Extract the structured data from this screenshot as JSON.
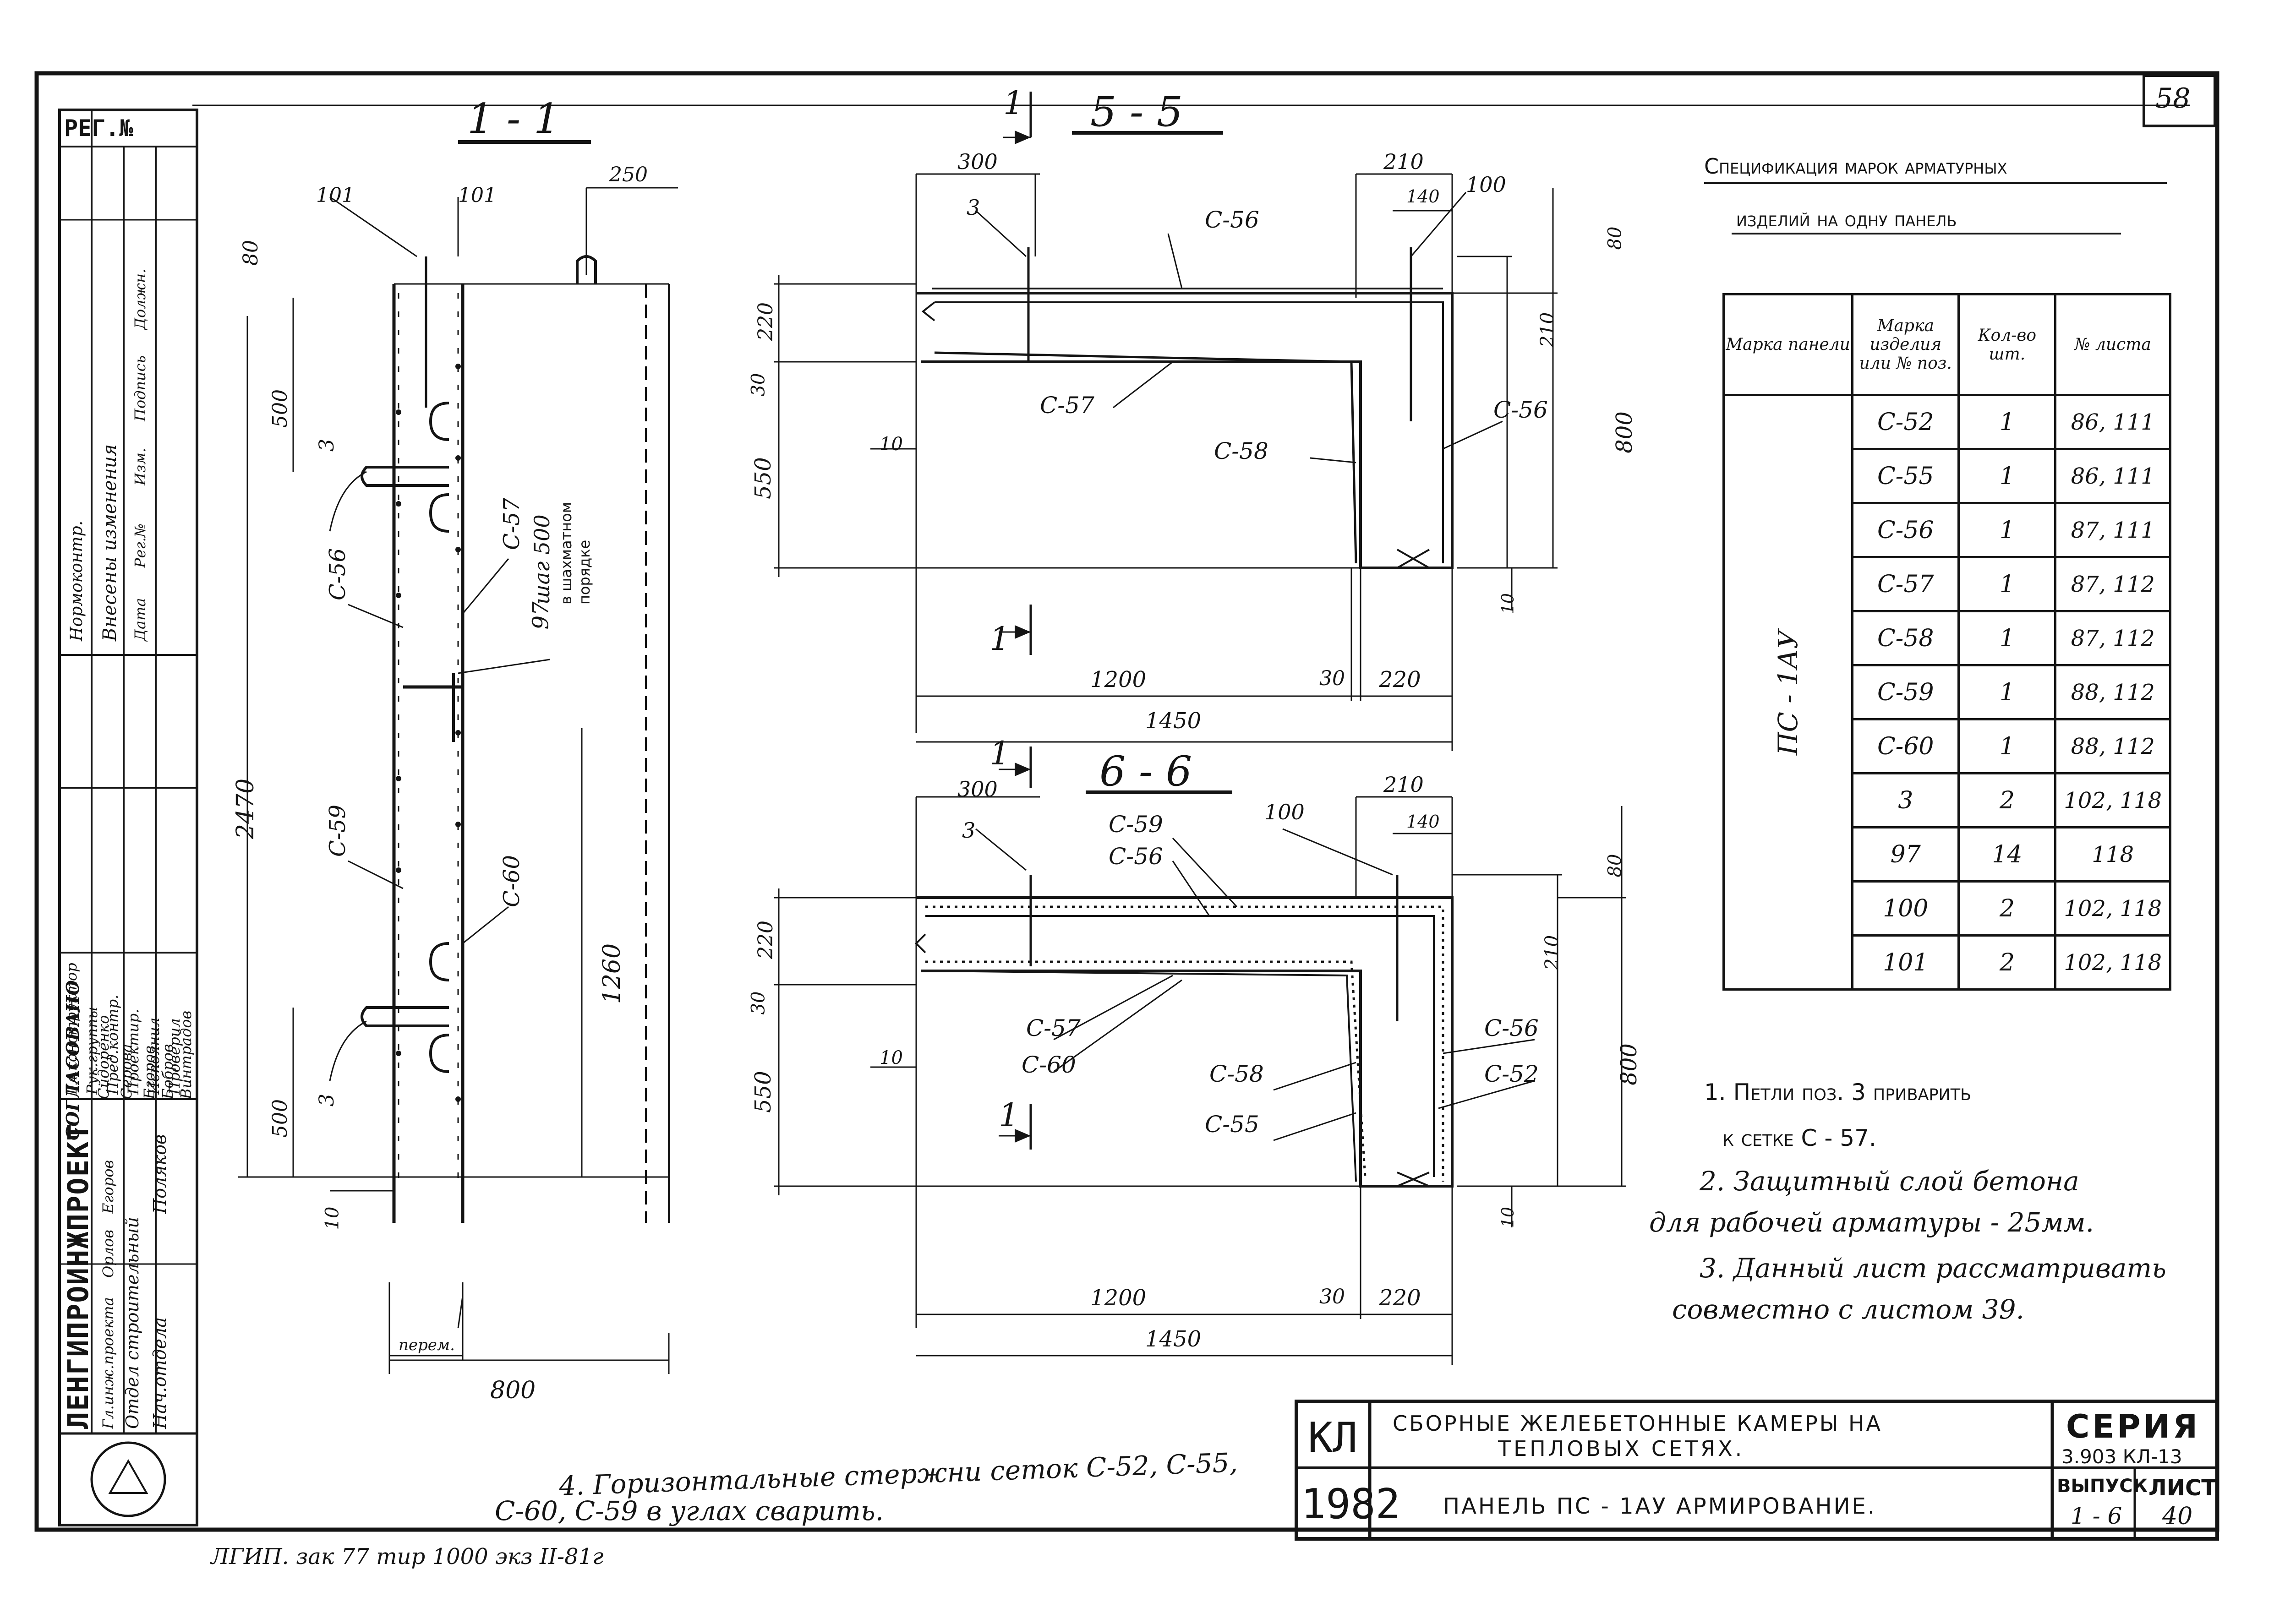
{
  "sheet_number": "58",
  "registration_label": "РЕГ.№",
  "left_stamp": {
    "change_headers": [
      "Нормоконтр.",
      "Внесены изменения",
      "Дата",
      "Рег.№",
      "Изм.",
      "Подпись",
      "Должн."
    ],
    "approved": "СОГЛАСОВАНО",
    "roles": [
      "Гл.конструктор",
      "Рук.группы",
      "Пред.контр.",
      "Проектир.",
      "Исполнил",
      "Проверил"
    ],
    "people": [
      "Сидоренко",
      "Серова",
      "Егоров",
      "Бобров",
      "Винтрадов"
    ],
    "organization": "ЛЕНГИПРОИНЖПРОЕКТ",
    "chief_engineer": "Гл.инж.проекта",
    "department": "Отдел строительный",
    "head": "Нач.отдела",
    "names": [
      "Орлов",
      "Егоров",
      "Поляков"
    ]
  },
  "section_1_1": {
    "title": "1 - 1",
    "dims": [
      "101",
      "101",
      "250",
      "80",
      "500",
      "500",
      "2470",
      "1260",
      "10",
      "800",
      "перем."
    ],
    "labels": [
      "3",
      "3",
      "С-56",
      "С-57",
      "С-59",
      "С-60",
      "97"
    ],
    "note": [
      "шаг 500",
      "в шахматном",
      "порядке"
    ]
  },
  "section_5_5": {
    "title": "5 - 5",
    "mark": "1",
    "dims": [
      "300",
      "210",
      "140",
      "100",
      "80",
      "220",
      "210",
      "30",
      "550",
      "10",
      "800",
      "10",
      "1200",
      "30",
      "220",
      "1450"
    ],
    "labels": [
      "3",
      "С-56",
      "С-57",
      "С-58",
      "С-56"
    ]
  },
  "section_6_6": {
    "title": "6 - 6",
    "mark": "1",
    "dims": [
      "300",
      "210",
      "140",
      "100",
      "80",
      "220",
      "210",
      "30",
      "550",
      "10",
      "800",
      "10",
      "1200",
      "30",
      "220",
      "1450"
    ],
    "labels": [
      "3",
      "С-59",
      "С-56",
      "С-57",
      "С-60",
      "С-58",
      "С-55",
      "С-56",
      "С-52"
    ]
  },
  "specification": {
    "title_line1": "Спецификация марок арматурных",
    "title_line2": "изделий на одну панель",
    "headers": [
      "Марка панели",
      "Марка изделия или № поз.",
      "Кол-во шт.",
      "№ листа"
    ],
    "panel": "ПС - 1АУ",
    "rows": [
      [
        "С-52",
        "1",
        "86, 111"
      ],
      [
        "С-55",
        "1",
        "86, 111"
      ],
      [
        "С-56",
        "1",
        "87, 111"
      ],
      [
        "С-57",
        "1",
        "87, 112"
      ],
      [
        "С-58",
        "1",
        "87, 112"
      ],
      [
        "С-59",
        "1",
        "88, 112"
      ],
      [
        "С-60",
        "1",
        "88, 112"
      ],
      [
        "3",
        "2",
        "102, 118"
      ],
      [
        "97",
        "14",
        "118"
      ],
      [
        "100",
        "2",
        "102, 118"
      ],
      [
        "101",
        "2",
        "102, 118"
      ]
    ]
  },
  "notes": [
    "1. Петли поз. 3  приварить",
    "к сетке С - 57.",
    "2. Защитный слой бетона",
    "для рабочей арматуры - 25мм.",
    "3. Данный лист рассматривать",
    "совместно  с листом  39."
  ],
  "note_4": [
    "4. Горизонтальные стержни сеток С-52, С-55,",
    "С-60, С-59   в углах   сварить."
  ],
  "title_block": {
    "org_code": "КЛ",
    "year": "1982",
    "title_line1": "СБОРНЫЕ  ЖЕЛЕБЕТОННЫЕ   КАМЕРЫ   НА",
    "title_line2": "ТЕПЛОВЫХ   СЕТЯХ.",
    "subtitle": "ПАНЕЛЬ  ПС - 1АУ   АРМИРОВАНИЕ.",
    "series_label": "СЕРИЯ",
    "series_value": "3.903 КЛ-13",
    "issue_label": "ВЫПУСК",
    "issue_value": "1 - 6",
    "sheet_label": "ЛИСТ",
    "sheet_value": "40"
  },
  "footer": "ЛГИП. зак 77 тир 1000 экз II-81г"
}
